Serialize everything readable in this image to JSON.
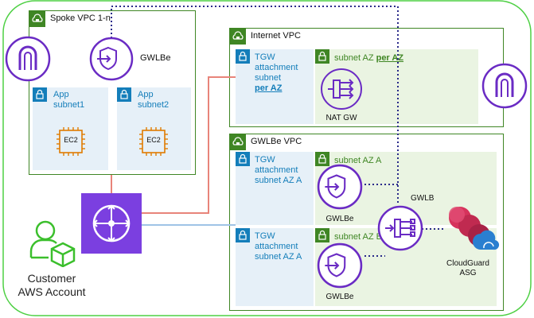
{
  "spoke_vpc": {
    "title": "Spoke VPC 1-n",
    "gwlbe_label": "GWLBe",
    "app_subnet1": "App subnet1",
    "app_subnet2": "App subnet2",
    "ec2_label_1": "EC2",
    "ec2_label_2": "EC2"
  },
  "internet_vpc": {
    "title": "Internet VPC",
    "tgw_subnet_line1": "TGW",
    "tgw_subnet_line2": "attachment",
    "tgw_subnet_line3": "subnet",
    "tgw_subnet_line4": "per AZ",
    "subnet_az_prefix": "subnet AZ ",
    "subnet_az_suffix": "per AZ",
    "natgw_label": "NAT GW"
  },
  "gwlbe_vpc": {
    "title": "GWLBe VPC",
    "tgw_a_line1": "TGW",
    "tgw_a_line2": "attachment",
    "tgw_a_line3": "subnet AZ A",
    "subnet_a_label": "subnet AZ A",
    "gwlbe_a_label": "GWLBe",
    "tgw_b_line1": "TGW",
    "tgw_b_line2": "attachment",
    "tgw_b_line3": "subnet AZ A",
    "subnet_b_label": "subnet AZ B",
    "gwlbe_b_label": "GWLBe",
    "gwlb_label": "GWLB",
    "cloudguard_line1": "CloudGuard",
    "cloudguard_line2": "ASG"
  },
  "customer": {
    "line1": "Customer",
    "line2": "AWS Account"
  },
  "colors": {
    "vpc_green": "#3f8624",
    "subnet_blue": "#147eba",
    "purple": "#6a2bc4",
    "ec2_orange": "#e07b00",
    "tgw_purple": "#7b3fe0",
    "red_line": "#e8847a",
    "blue_line": "#9fc3e6",
    "outer_green": "#4ed044",
    "dotted": "#2a2a8a"
  },
  "icons": [
    "cloud-lock-icon",
    "internet-gateway-icon",
    "gwlb-endpoint-icon",
    "lock-icon",
    "ec2-chip-icon",
    "nat-gateway-icon",
    "transit-gateway-icon",
    "gwlb-icon",
    "user-icon",
    "cloudguard-asg-icon"
  ]
}
